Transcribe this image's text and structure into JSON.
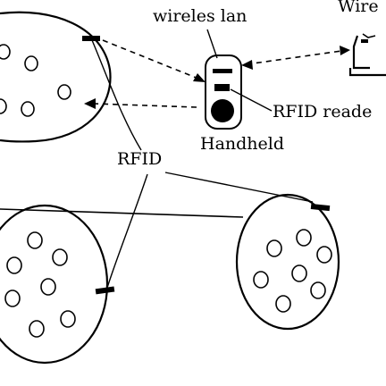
{
  "labels": {
    "wireless_lan": "wireles lan",
    "wireless_partial": "Wire",
    "rfid_reader": "RFID reade",
    "handheld": "Handheld",
    "rfid": "RFID"
  },
  "colors": {
    "ink": "#000000",
    "background": "#ffffff"
  },
  "icons": {
    "handheld": "handheld-device-icon",
    "wireless_station": "wireless-terminal-icon"
  }
}
